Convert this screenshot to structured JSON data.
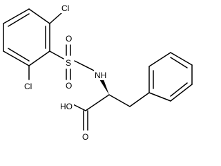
{
  "structure": {
    "atom_labels": {
      "chlorine_top": "Cl",
      "chlorine_bottom": "Cl",
      "sulfur": "S",
      "oxygen_top": "O",
      "oxygen_bottom": "O",
      "amine": "NH",
      "hydroxyl": "HO",
      "carbonyl_oxygen": "O"
    },
    "colors": {
      "bond": "#000000",
      "text": "#000000",
      "background": "#ffffff"
    }
  }
}
